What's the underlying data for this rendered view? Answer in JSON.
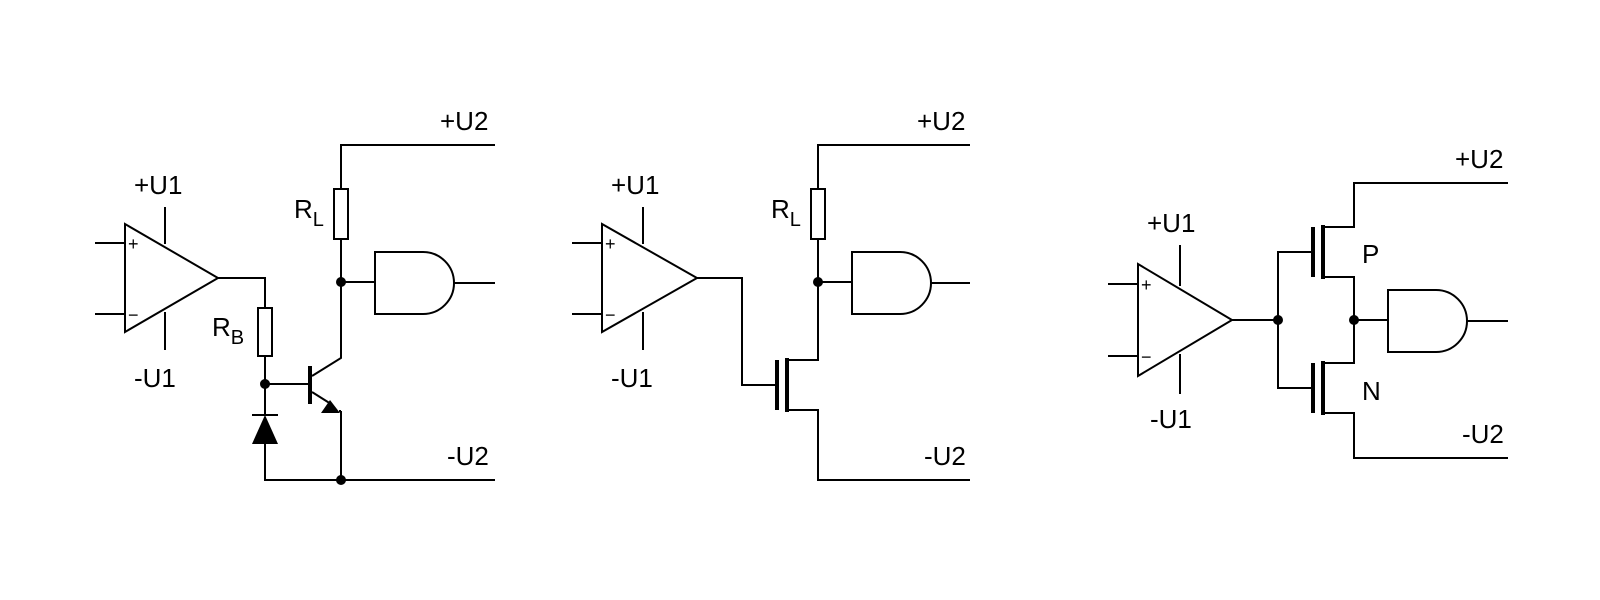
{
  "circuits": [
    {
      "name": "bjt-level-shifter",
      "supply_pos_in": "+U1",
      "supply_neg_in": "-U1",
      "supply_pos_out": "+U2",
      "supply_neg_out": "-U2",
      "load_resistor": {
        "main": "R",
        "sub": "L"
      },
      "base_resistor": {
        "main": "R",
        "sub": "B"
      }
    },
    {
      "name": "nmos-level-shifter",
      "supply_pos_in": "+U1",
      "supply_neg_in": "-U1",
      "supply_pos_out": "+U2",
      "supply_neg_out": "-U2",
      "load_resistor": {
        "main": "R",
        "sub": "L"
      }
    },
    {
      "name": "cmos-level-shifter",
      "supply_pos_in": "+U1",
      "supply_neg_in": "-U1",
      "supply_pos_out": "+U2",
      "supply_neg_out": "-U2",
      "pmos_label": "P",
      "nmos_label": "N"
    }
  ],
  "opamp_inputs": {
    "plus": "+",
    "minus": "−"
  }
}
